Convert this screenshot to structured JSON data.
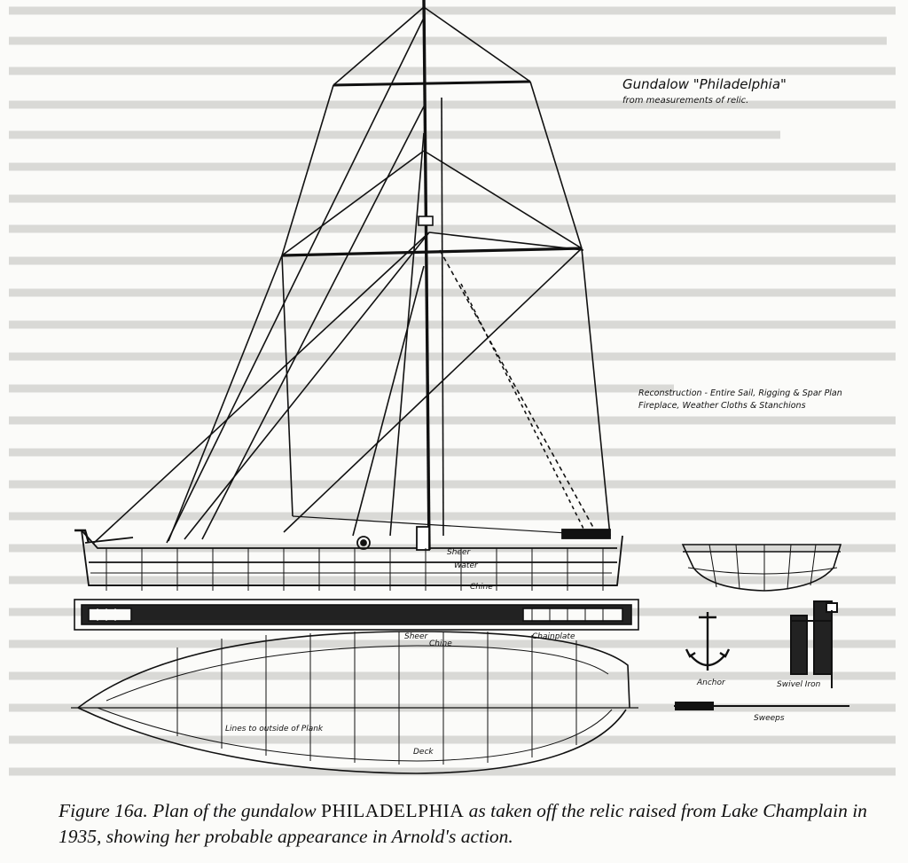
{
  "drawing": {
    "title": "Gundalow \"Philadelphia\"",
    "subtitle": "from measurements of relic.",
    "note_line1": "Reconstruction - Entire Sail, Rigging & Spar Plan",
    "note_line2": "Fireplace, Weather Cloths & Stanchions",
    "labels": {
      "sheer": "Sheer",
      "water": "Water",
      "chine": "Chine",
      "sheer_plan": "Sheer",
      "chine_plan": "Chine",
      "chainplate": "Chainplate",
      "lines": "Lines to outside of Plank",
      "deck": "Deck",
      "anchor": "Anchor",
      "swivel": "Swivel Iron",
      "sweeps": "Sweeps"
    }
  },
  "caption": {
    "lead": "Figure 16a. Plan of the gundalow ",
    "ship_name": "PHILADELPHIA",
    "rest": " as taken off the relic raised from Lake Champlain in 1935, showing her probable appearance in Arnold's action."
  }
}
